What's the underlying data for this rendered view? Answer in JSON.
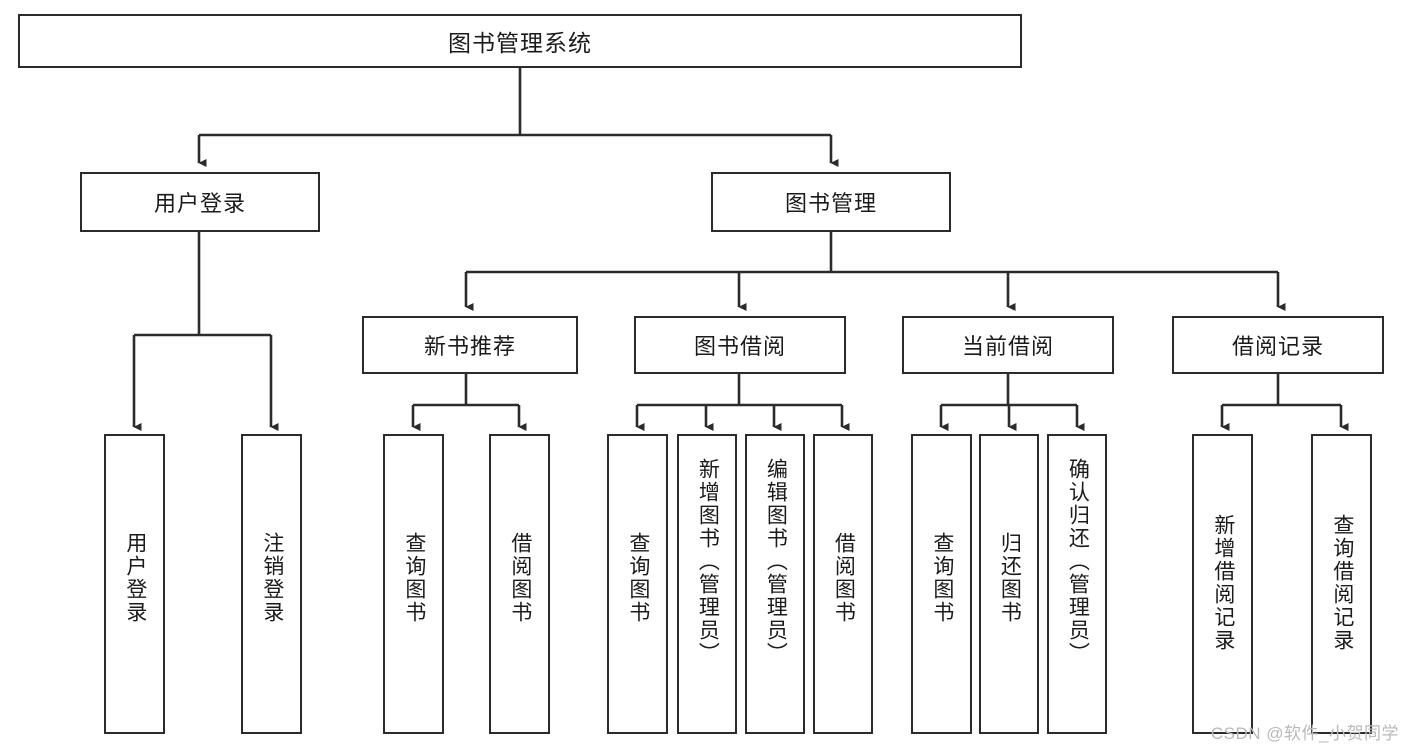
{
  "diagram": {
    "title": "图书管理系统",
    "type": "tree-hierarchy",
    "watermark": "CSDN @软件_小贺同学",
    "colors": {
      "node_border": "#2b2b2b",
      "node_fill": "#ffffff",
      "connector": "#2b2b2b",
      "text": "#1b1b1b",
      "watermark": "#b9b9b9",
      "background": "#ffffff"
    },
    "root": {
      "label": "图书管理系统"
    },
    "level2": [
      {
        "id": "user-login",
        "label": "用户登录"
      },
      {
        "id": "book-management",
        "label": "图书管理"
      }
    ],
    "level3": [
      {
        "id": "new-book-recommend",
        "label": "新书推荐",
        "parent": "book-management"
      },
      {
        "id": "book-borrow",
        "label": "图书借阅",
        "parent": "book-management"
      },
      {
        "id": "current-borrow",
        "label": "当前借阅",
        "parent": "book-management"
      },
      {
        "id": "borrow-record",
        "label": "借阅记录",
        "parent": "book-management"
      }
    ],
    "leaves": [
      {
        "id": "leaf-user-login",
        "label": "用户登录",
        "parent": "user-login"
      },
      {
        "id": "leaf-logout-login",
        "label": "注销登录",
        "parent": "user-login"
      },
      {
        "id": "leaf-query-book-1",
        "label": "查询图书",
        "parent": "new-book-recommend"
      },
      {
        "id": "leaf-borrow-book-1",
        "label": "借阅图书",
        "parent": "new-book-recommend"
      },
      {
        "id": "leaf-query-book-2",
        "label": "查询图书",
        "parent": "book-borrow"
      },
      {
        "id": "leaf-add-book",
        "label": "新增图书（管理员）",
        "parent": "book-borrow"
      },
      {
        "id": "leaf-edit-book",
        "label": "编辑图书（管理员）",
        "parent": "book-borrow"
      },
      {
        "id": "leaf-borrow-book-2",
        "label": "借阅图书",
        "parent": "book-borrow"
      },
      {
        "id": "leaf-query-book-3",
        "label": "查询图书",
        "parent": "current-borrow"
      },
      {
        "id": "leaf-return-book",
        "label": "归还图书",
        "parent": "current-borrow"
      },
      {
        "id": "leaf-confirm-return",
        "label": "确认归还（管理员）",
        "parent": "current-borrow"
      },
      {
        "id": "leaf-add-record",
        "label": "新增借阅记录",
        "parent": "borrow-record"
      },
      {
        "id": "leaf-query-record",
        "label": "查询借阅记录",
        "parent": "borrow-record"
      }
    ]
  }
}
